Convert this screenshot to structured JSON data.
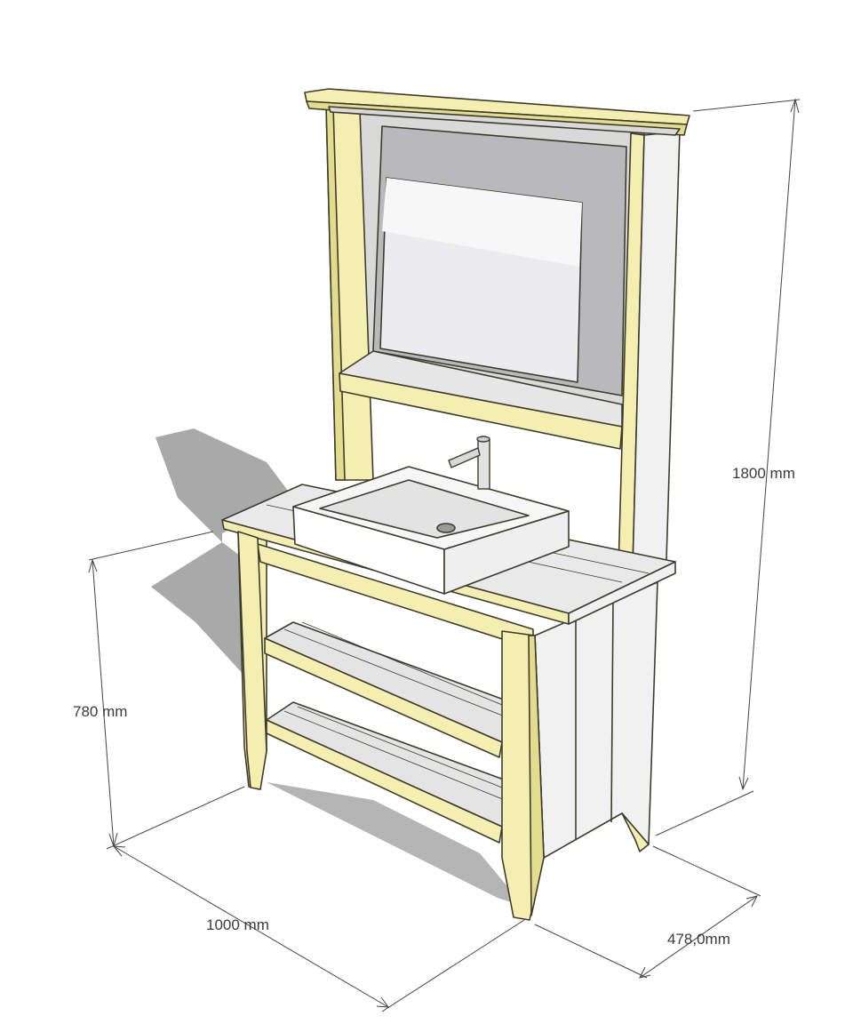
{
  "dimensions": {
    "height_total": "1800 mm",
    "height_vanity": "780 mm",
    "width": "1000 mm",
    "depth": "478,0mm"
  },
  "colors": {
    "frame_wood": "#f4efb0",
    "frame_wood_shade": "#e3dc8e",
    "panel_white": "#f1f1f1",
    "panel_grey": "#d9d9d9",
    "mirror": "#e8e8ea",
    "shadow": "#a9a9a9",
    "outline": "#3c3c2e",
    "dimension_line": "#444444"
  }
}
